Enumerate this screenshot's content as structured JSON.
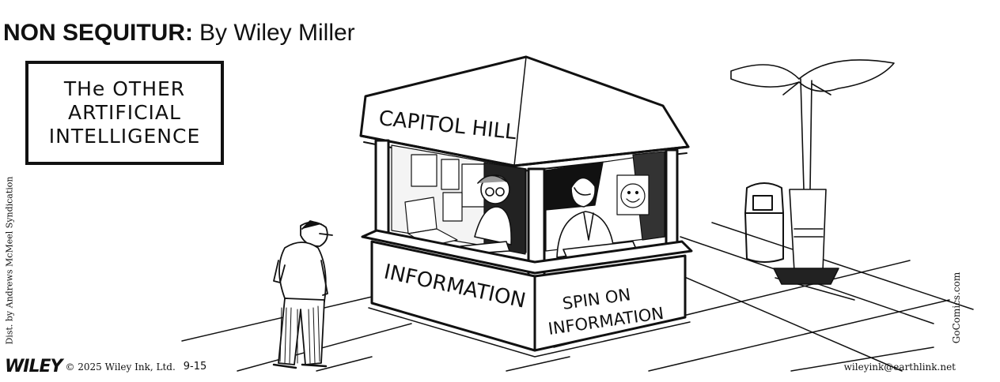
{
  "header": {
    "strip_title": "NON SEQUITUR:",
    "byline": "By Wiley Miller"
  },
  "caption": {
    "text": "THe OTHER\nARTIFICIAL\nINTELLIGENCE"
  },
  "kiosk": {
    "roof_sign": "CAPITOL HILL",
    "left_panel": "INFORMATION",
    "right_panel_line1": "SPIN ON",
    "right_panel_line2": "INFORMATION"
  },
  "credits": {
    "syndication": "Dist. by Andrews McMeel Syndication",
    "site": "GoComics.com",
    "logo": "WILEY",
    "copyright": "© 2025 Wiley Ink, Ltd.",
    "date": "9-15",
    "email": "wileyink@earthlink.net"
  },
  "colors": {
    "ink": "#111111",
    "paper": "#ffffff"
  }
}
